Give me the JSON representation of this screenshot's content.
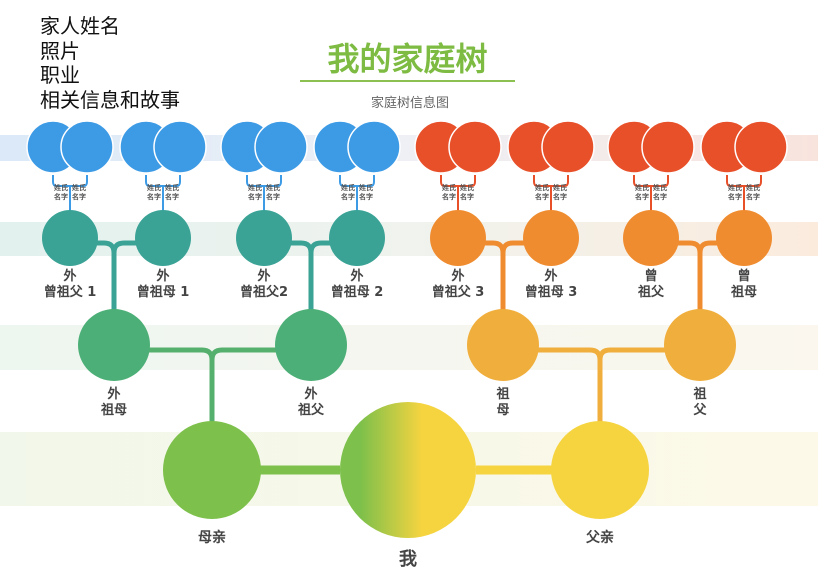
{
  "legend": [
    "家人姓名",
    "照片",
    "职业",
    "相关信息和故事"
  ],
  "title": "我的家庭树",
  "subtitle": "家庭树信息图",
  "name_placeholder": "姓氏\n名字",
  "great_grandparents": [
    {
      "label": "外\n曾祖父 1",
      "color": "#3aa396"
    },
    {
      "label": "外\n曾祖母 1",
      "color": "#3aa396"
    },
    {
      "label": "外\n曾祖父2",
      "color": "#3aa396"
    },
    {
      "label": "外\n曾祖母 2",
      "color": "#3aa396"
    },
    {
      "label": "外\n曾祖父 3",
      "color": "#f08c30"
    },
    {
      "label": "外\n曾祖母 3",
      "color": "#f08c30"
    },
    {
      "label": "曾\n祖父",
      "color": "#f08c30"
    },
    {
      "label": "曾\n祖母",
      "color": "#f08c30"
    }
  ],
  "ancestor_pair_colors": [
    "#3d9be6",
    "#3d9be6",
    "#3d9be6",
    "#3d9be6",
    "#e8502a",
    "#e8502a",
    "#e8502a",
    "#e8502a"
  ],
  "grandparents": [
    {
      "label": "外\n祖母",
      "color": "#4caf77"
    },
    {
      "label": "外\n祖父",
      "color": "#4caf77"
    },
    {
      "label": "祖\n母",
      "color": "#f0ae3c"
    },
    {
      "label": "祖\n父",
      "color": "#f0ae3c"
    }
  ],
  "parents": [
    {
      "label": "母亲",
      "color": "#7dc04b"
    },
    {
      "label": "父亲",
      "color": "#f5d440"
    }
  ],
  "me": {
    "label": "我",
    "color_from": "#7dc04b",
    "color_to": "#f5d440"
  }
}
